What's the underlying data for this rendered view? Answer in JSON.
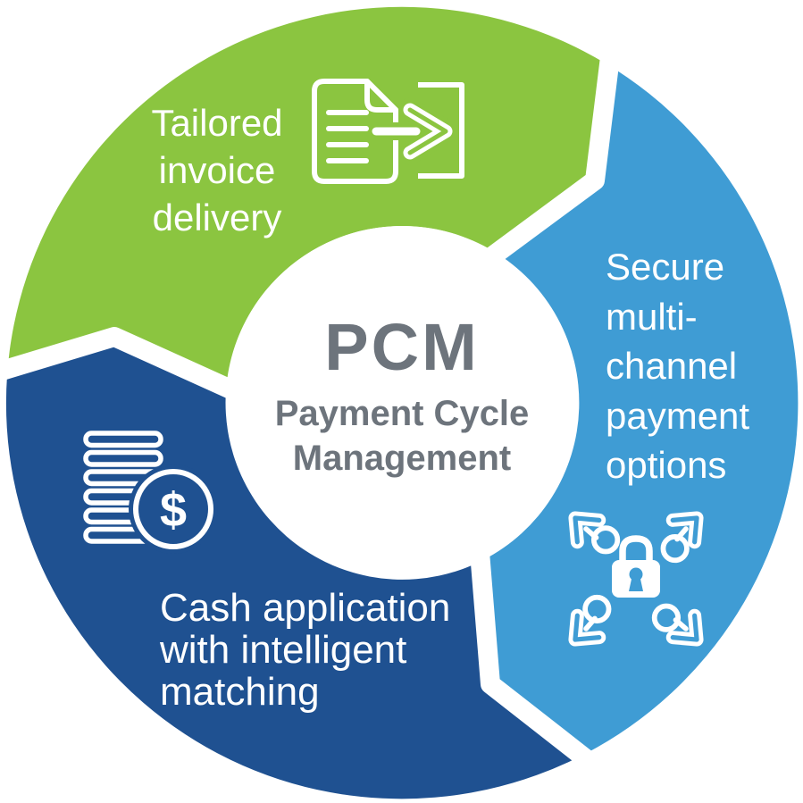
{
  "diagram": {
    "title": "PCM Payment Cycle Management cycle diagram",
    "center": {
      "acronym": "PCM",
      "title_lines": [
        "Payment Cycle",
        "Management"
      ]
    },
    "segments": [
      {
        "id": "tailored-invoice-delivery",
        "label_lines": [
          "Tailored",
          "invoice",
          "delivery"
        ],
        "color": "#8bc540",
        "icon": "invoice-send-icon"
      },
      {
        "id": "secure-multi-channel-payment-options",
        "label_lines": [
          "Secure",
          "multi-",
          "channel",
          "payment",
          "options"
        ],
        "color": "#3f9cd4",
        "icon": "lock-expand-arrows-icon"
      },
      {
        "id": "cash-application-intelligent-matching",
        "label_lines": [
          "Cash application",
          "with intelligent",
          "matching"
        ],
        "color": "#1f5191",
        "icon": "coin-stack-dollar-icon"
      }
    ],
    "icons": {
      "dollar_glyph": "$"
    },
    "colors": {
      "green": "#8bc540",
      "light_blue": "#3f9cd4",
      "dark_blue": "#1f5191",
      "text_gray": "#6d747c",
      "white": "#ffffff"
    }
  }
}
